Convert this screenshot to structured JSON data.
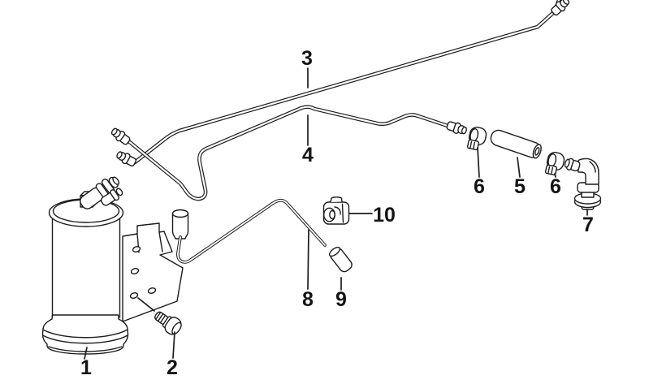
{
  "colors": {
    "background": "#ffffff",
    "line_art": "#1c1c1c",
    "label_text": "#141414"
  },
  "callouts": [
    {
      "part": "1"
    },
    {
      "part": "2"
    },
    {
      "part": "3"
    },
    {
      "part": "4"
    },
    {
      "part": "5"
    },
    {
      "part": "6"
    },
    {
      "part": "6"
    },
    {
      "part": "7"
    },
    {
      "part": "8"
    },
    {
      "part": "9"
    },
    {
      "part": "10"
    }
  ]
}
